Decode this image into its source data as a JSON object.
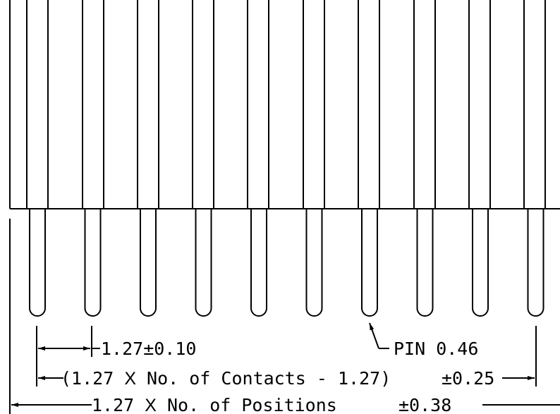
{
  "colors": {
    "stroke": "#000000",
    "background": "#ffffff"
  },
  "header": {
    "pin_count": 10,
    "body_divider_count": 21
  },
  "dimensions": {
    "pitch": {
      "text": "1.27±0.10"
    },
    "pin_callout": {
      "text": "PIN 0.46"
    },
    "contacts_span": {
      "open": "(1.27 ",
      "times": "X",
      "mid": " No. of  Contacts - 1.27",
      "close": ")",
      "tol": "±0.25"
    },
    "positions_span": {
      "lead": "1.27 ",
      "times": "X",
      "mid": " No. of  Positions   ",
      "tol": "±0.38"
    }
  }
}
